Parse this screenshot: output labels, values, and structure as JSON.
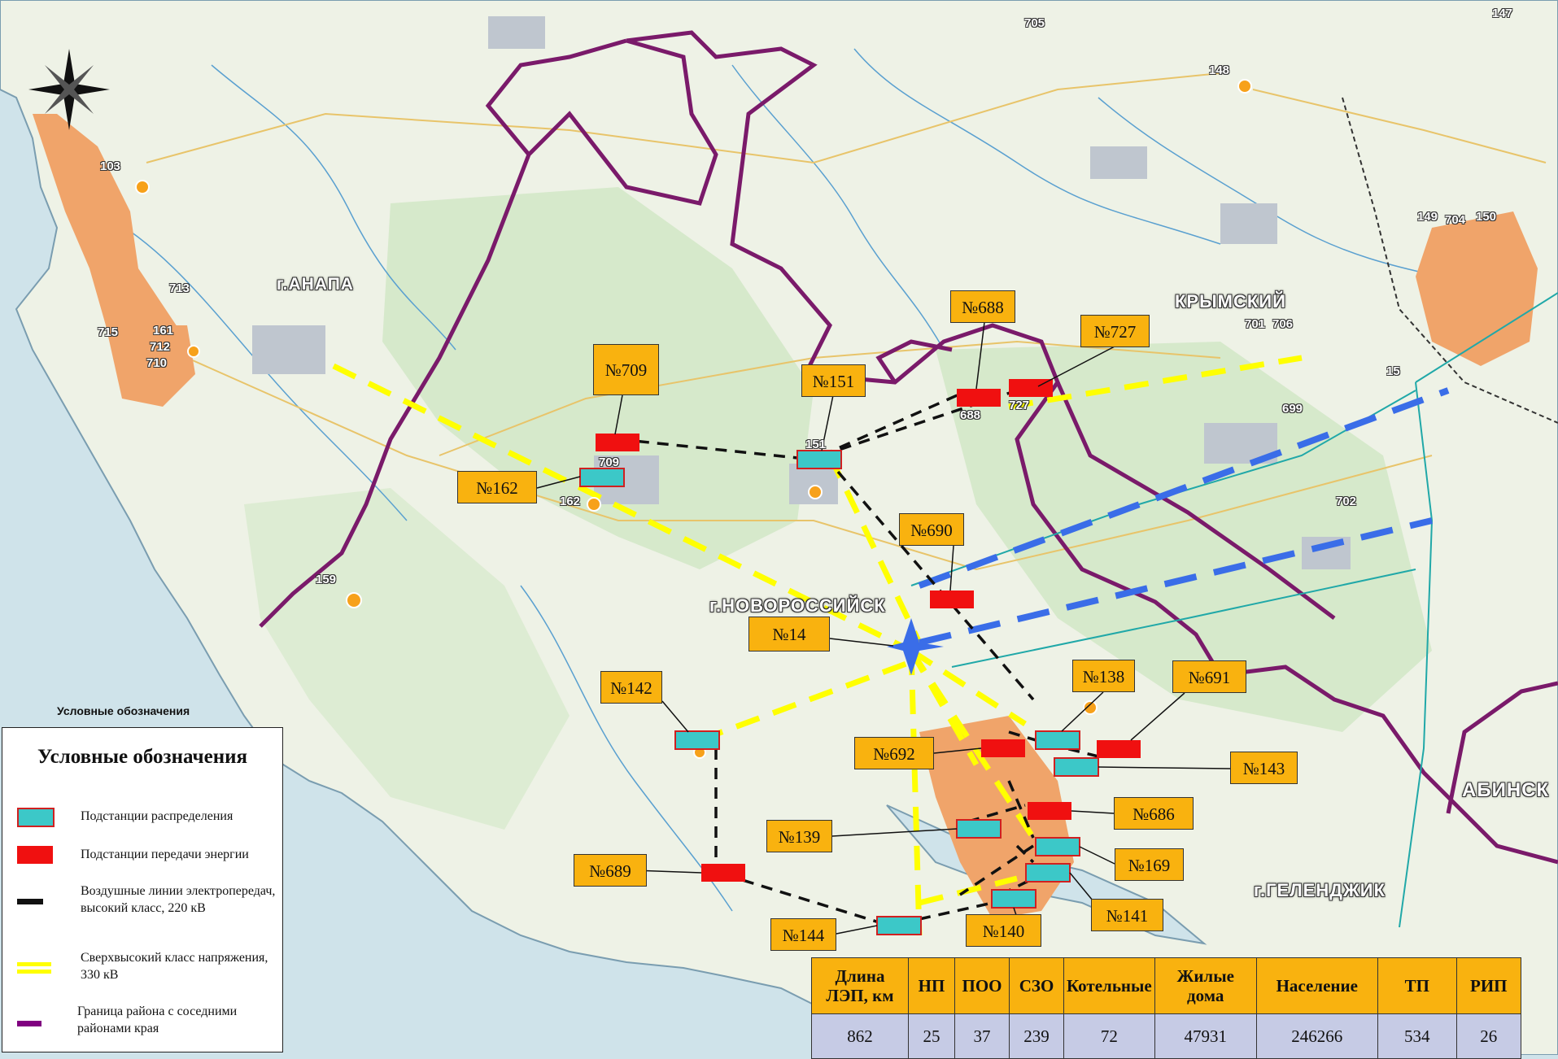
{
  "legend": {
    "heading_small": "Условные обозначения",
    "title": "Условные обозначения",
    "items": [
      {
        "label": "Подстанции распределения",
        "color": "#3cc8c8"
      },
      {
        "label": "Подстанции передачи энергии",
        "color": "#f01010"
      },
      {
        "label": "Воздушные линии электропередач, высокий класс, 220 кВ",
        "color": "#000000"
      },
      {
        "label": "Сверхвысокий класс напряжения, 330 кВ",
        "color": "#ffff00"
      },
      {
        "label": "Граница района с соседними районами края",
        "color": "#800080"
      }
    ]
  },
  "cities": [
    {
      "name": "г.АНАПА"
    },
    {
      "name": "г.НОВОРОССИЙСК"
    },
    {
      "name": "КРЫМСКИЙ"
    },
    {
      "name": "г.ГЕЛЕНДЖИК"
    },
    {
      "name": "АБИНСК"
    }
  ],
  "map_numbers": [
    "705",
    "147",
    "148",
    "103",
    "713",
    "715",
    "161",
    "712",
    "710",
    "149",
    "704",
    "150",
    "701",
    "706",
    "699",
    "702",
    "159",
    "162",
    "709",
    "688",
    "727",
    "151",
    "15"
  ],
  "substations": [
    {
      "label": "№709",
      "kind": "transmission"
    },
    {
      "label": "№151",
      "kind": "distribution"
    },
    {
      "label": "№688",
      "kind": "transmission"
    },
    {
      "label": "№727",
      "kind": "transmission"
    },
    {
      "label": "№162",
      "kind": "distribution"
    },
    {
      "label": "№690",
      "kind": "transmission"
    },
    {
      "label": "№14",
      "kind": "hub"
    },
    {
      "label": "№142",
      "kind": "distribution"
    },
    {
      "label": "№138",
      "kind": "distribution"
    },
    {
      "label": "№691",
      "kind": "transmission"
    },
    {
      "label": "№692",
      "kind": "transmission"
    },
    {
      "label": "№143",
      "kind": "distribution"
    },
    {
      "label": "№686",
      "kind": "transmission"
    },
    {
      "label": "№139",
      "kind": "distribution"
    },
    {
      "label": "№169",
      "kind": "distribution"
    },
    {
      "label": "№689",
      "kind": "transmission"
    },
    {
      "label": "№141",
      "kind": "distribution"
    },
    {
      "label": "№144",
      "kind": "distribution"
    },
    {
      "label": "№140",
      "kind": "distribution"
    }
  ],
  "stats_table": {
    "headers": [
      "Длина ЛЭП, км",
      "НП",
      "ПОО",
      "СЗО",
      "Котельные",
      "Жилые дома",
      "Население",
      "ТП",
      "РИП"
    ],
    "values": [
      "862",
      "25",
      "37",
      "239",
      "72",
      "47931",
      "246266",
      "534",
      "26"
    ]
  },
  "colors": {
    "distribution": "#3cc8c8",
    "transmission": "#f01010",
    "callout": "#f9b20f",
    "line_220": "#000000",
    "line_330": "#ffff00",
    "line_blue": "#3a6de8",
    "border": "#800080",
    "sea": "#cfe3ea",
    "land": "#eef2e6"
  }
}
